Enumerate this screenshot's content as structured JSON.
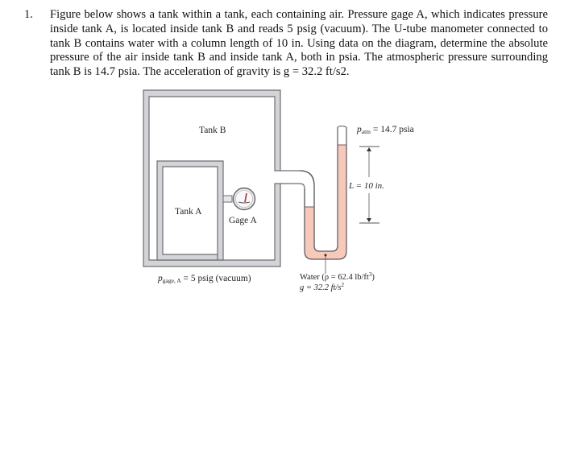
{
  "problem": {
    "number": "1.",
    "text": "Figure below shows a tank within a tank, each containing air. Pressure gage A, which indicates pressure inside tank A, is located inside tank B and reads 5 psig (vacuum). The U-tube manometer connected to tank B contains water with a column length of 10 in. Using data on the diagram, determine the absolute pressure of the air inside tank B and inside tank A, both in psia. The atmospheric pressure surrounding tank B is 14.7 psia. The acceleration of gravity is g = 32.2 ft/s2."
  },
  "figure": {
    "tank_b_label": "Tank B",
    "tank_a_label": "Tank A",
    "gage_label": "Gage A",
    "patm_symbol": "p",
    "patm_sub": "atm",
    "patm_value": " = 14.7 psia",
    "length_label": "L = 10 in.",
    "pgage_symbol": "p",
    "pgage_sub": "gage, A",
    "pgage_value": " = 5 psig (vacuum)",
    "water_label": "Water (ρ = 62.4 lb/ft",
    "water_sup": "3",
    "water_close": ")",
    "gravity_label": "g = 32.2 ft/s",
    "gravity_sup": "2",
    "colors": {
      "wall_fill": "#d3d4d8",
      "wall_stroke": "#6e6e72",
      "water": "#f7c9bb",
      "water_stroke": "#7a5f5a",
      "needle": "#c0282d"
    }
  }
}
